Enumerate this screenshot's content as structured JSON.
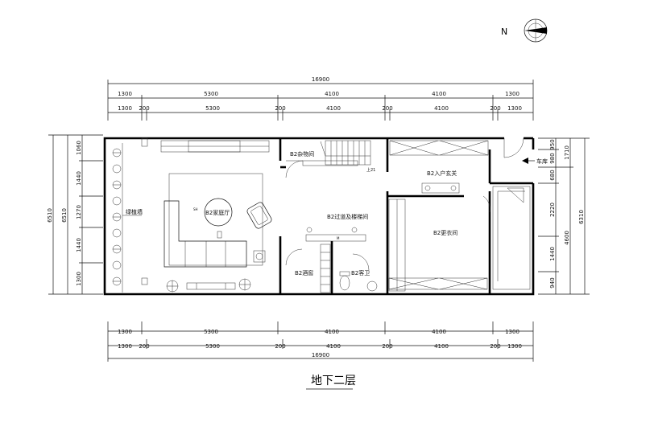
{
  "compass": {
    "label": "N"
  },
  "caption": "地下二层",
  "dims": {
    "total_top": "16900",
    "total_bottom": "16900",
    "top_row1": [
      "1300",
      "5300",
      "4100",
      "4100",
      "1300"
    ],
    "top_row2": [
      "1300",
      "200",
      "5300",
      "200",
      "4100",
      "200",
      "4100",
      "200",
      "1300"
    ],
    "bottom_row1": [
      "1300",
      "5300",
      "4100",
      "4100",
      "1300"
    ],
    "bottom_row2": [
      "1300",
      "200",
      "5300",
      "200",
      "4100",
      "200",
      "4100",
      "200",
      "1300"
    ],
    "left_total_outer": "6510",
    "left_total_inner": "6510",
    "left_segments": [
      "1060",
      "1440",
      "1270",
      "1440",
      "1300"
    ],
    "right_top": [
      "950",
      "980"
    ],
    "right_mid": "1710",
    "right_segments": [
      "680",
      "2220",
      "1440",
      "940"
    ],
    "right_inner": "4600",
    "right_total": "6310"
  },
  "rooms": {
    "storage": "B2杂物间",
    "family_hall": "B2家庭厅",
    "green_wall": "绿植墙",
    "entry": "B2入户玄关",
    "corridor": "B2过道及楼梯间",
    "dressing": "B2更衣间",
    "wine_cellar": "B2酒窖",
    "guest_wc": "B2客卫",
    "garage": "车库"
  },
  "marks": {
    "stair_mark": "上21",
    "furniture_small": "SH",
    "door_mark": "M"
  }
}
